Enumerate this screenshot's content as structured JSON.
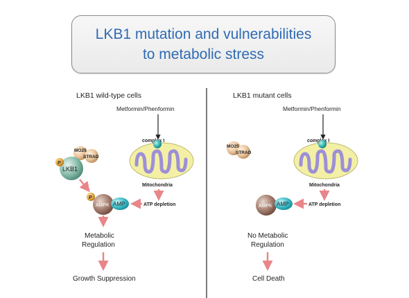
{
  "title": {
    "line1": "LKB1 mutation and vulnerabilities",
    "line2": "to metabolic stress"
  },
  "left_panel": {
    "heading": "LKB1 wild-type cells",
    "drug": "Metformin/Phenformin",
    "complex": "complex I",
    "mitochondria": "Mitochondria",
    "atp": "ATP depletion",
    "mo25": "MO25",
    "strad": "STRAD",
    "lkb1": "LKB1",
    "p_lkb1": "P",
    "p_ampk": "P",
    "ampk": "AMPK",
    "amp": "AMP",
    "regulation_line1": "Metabolic",
    "regulation_line2": "Regulation",
    "outcome": "Growth Suppression"
  },
  "right_panel": {
    "heading": "LKB1 mutant cells",
    "drug": "Metformin/Phenformin",
    "complex": "complex I",
    "mitochondria": "Mitochondria",
    "atp": "ATP depletion",
    "mo25": "MO25",
    "strad": "STRAD",
    "ampk": "AMPK",
    "amp": "AMP",
    "regulation_line1": "No Metabolic",
    "regulation_line2": "Regulation",
    "outcome": "Cell Death"
  },
  "colors": {
    "title_text": "#2f6bb3",
    "arrow": "#e8868a",
    "mitochondria_fill": "#f3f0a6",
    "crista": "#9d8fd6",
    "complex": "#3dbab8",
    "amp": "#2fb8c2",
    "lkb1": "#7fb5a5",
    "ampk": "#a07868",
    "mo25": "#e8c59e",
    "phospho": "#e4a63a"
  }
}
